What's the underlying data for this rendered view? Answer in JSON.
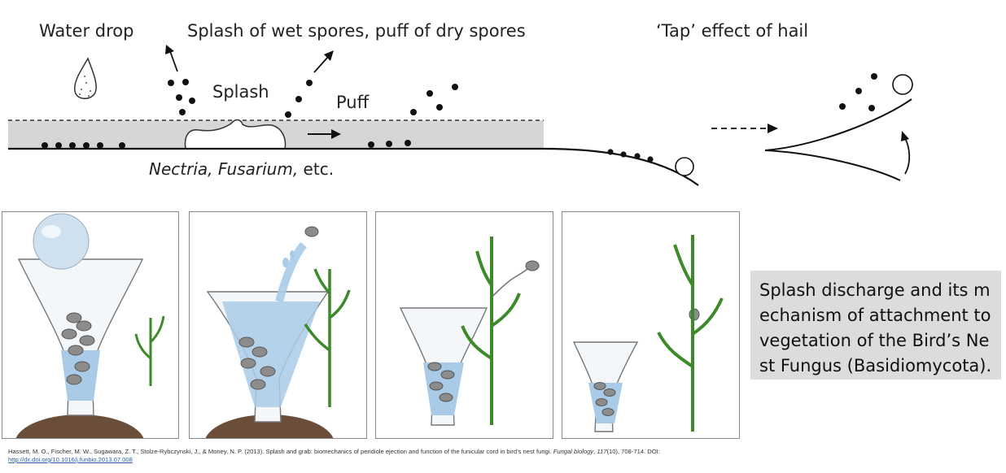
{
  "labels": {
    "water_drop": "Water drop",
    "splash_wet_puff_dry": "Splash of wet spores, puff of dry spores",
    "tap_effect": "‘Tap’ effect of hail",
    "splash": "Splash",
    "puff": "Puff",
    "genus_italic": "Nectria, Fusarium,",
    "genus_rest": " etc."
  },
  "caption": "Splash discharge and its mechanism of attachment to vegetation of the Bird’s Nest Fungus (Basidiomycota).",
  "citation": {
    "authors": "Hassett, M. O., Fischer, M. W., Sugawara, Z. T., Stolze-Rybczynski, J., & Money, N. P. (2013). Splash and grab: biomechanics of peridiole ejection and function of the funicular cord in bird’s nest fungi. ",
    "journal": "Fungal biology",
    "volume": "117",
    "issue_pages": "(10), 708-714. DOI: ",
    "doi": "http://dx.doi.org/10.1016/j.funbio.2013.07.008"
  },
  "colors": {
    "water": "#a9cbe8",
    "water_light": "#dbe9f5",
    "leaf": "#3d8a2a",
    "soil": "#6b4e3a",
    "caption_bg": "#dcdcdc",
    "band": "#d6d6d6"
  }
}
